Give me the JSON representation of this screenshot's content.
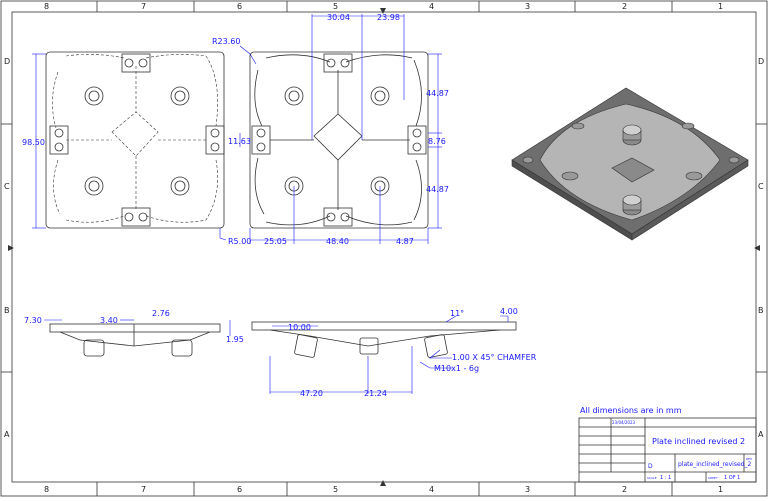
{
  "zones": {
    "columns": [
      "8",
      "7",
      "6",
      "5",
      "4",
      "3",
      "2",
      "1"
    ],
    "rows": [
      "D",
      "C",
      "B",
      "A"
    ]
  },
  "dimensions": {
    "r_top": "R23.60",
    "w1": "30.04",
    "w2": "23.98",
    "h_left": "98.50",
    "h_mid": "11.63",
    "h_r1": "44.87",
    "h_r2": "8.76",
    "h_r3": "44.87",
    "r_bottom": "R5.00",
    "b1": "25.05",
    "b2": "48.40",
    "b3": "4.87",
    "s1": "7.30",
    "s2": "3.40",
    "s3": "2.76",
    "s4": "1.95",
    "f1": "10.00",
    "angle": "11°",
    "f2": "4.00",
    "chamfer": "1.00 X 45° CHAMFER",
    "thread": "M10x1 - 6g",
    "f3": "47.20",
    "f4": "21.24"
  },
  "note": "All dimensions are in mm",
  "title_block": {
    "date": "23/04/2023",
    "title": "Plate inclined revised 2",
    "size": "D",
    "dwg_no": "plate_inclined_revised_2",
    "scale_label": "SCALE",
    "scale": "1 : 1",
    "rev_label": "REV",
    "sheet_label": "SHEET",
    "sheet": "1 OF 1"
  },
  "colors": {
    "dimension": "#1a1aff",
    "line": "#333333",
    "shade_dark": "#6e6e6e",
    "shade_light": "#b5b5b5"
  }
}
